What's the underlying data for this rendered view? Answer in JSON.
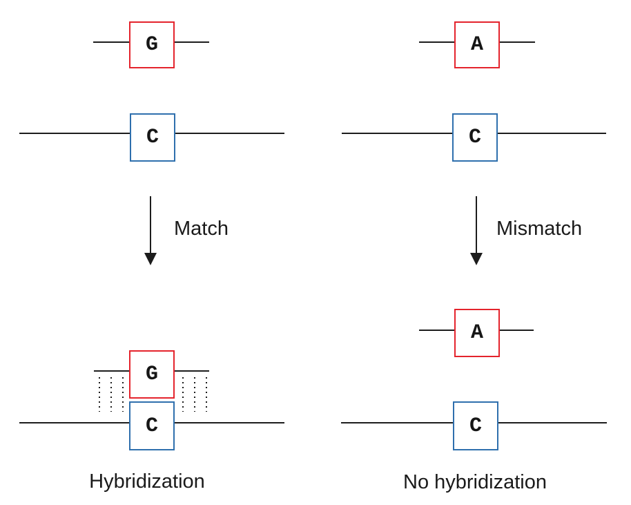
{
  "figure": {
    "colors": {
      "probe_border": "#e4232c",
      "target_border": "#2e6fad",
      "strand_line": "#1c1c1c",
      "text": "#1a1a1a"
    },
    "left": {
      "probe_base": "G",
      "target_base": "C",
      "arrow_label": "Match",
      "result": {
        "probe_base": "G",
        "target_base": "C"
      },
      "caption": "Hybridization"
    },
    "right": {
      "probe_base": "A",
      "target_base": "C",
      "arrow_label": "Mismatch",
      "result": {
        "probe_base": "A",
        "target_base": "C"
      },
      "caption": "No hybridization"
    }
  }
}
